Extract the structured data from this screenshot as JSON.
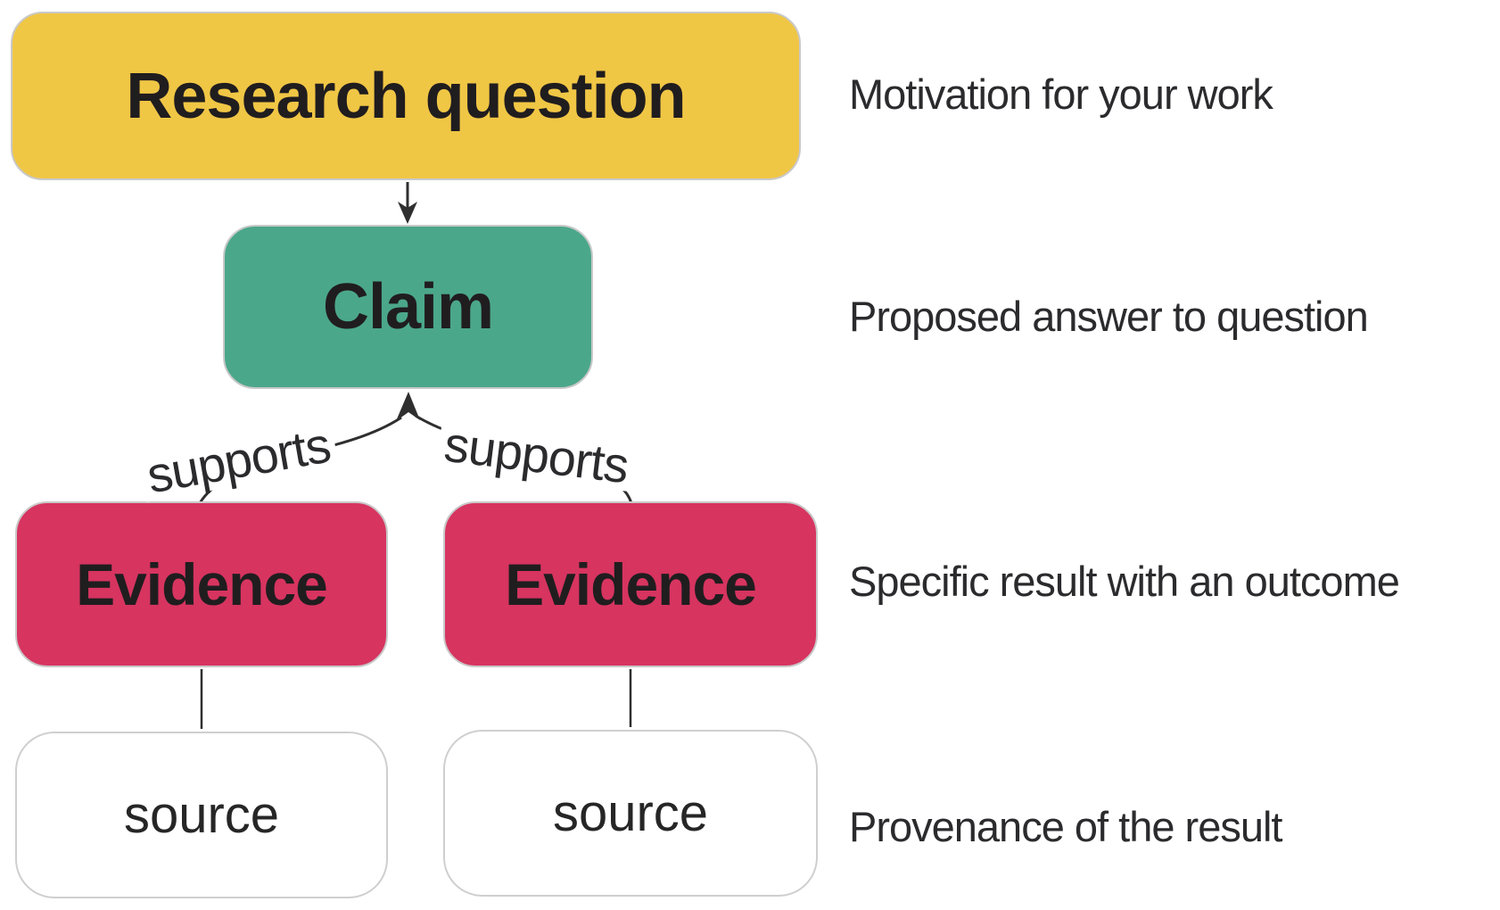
{
  "diagram": {
    "nodes": [
      {
        "id": "research_question",
        "label": "Research question",
        "color": "#f0c645"
      },
      {
        "id": "claim",
        "label": "Claim",
        "color": "#4ba78a"
      },
      {
        "id": "evidence_1",
        "label": "Evidence",
        "color": "#d73460"
      },
      {
        "id": "evidence_2",
        "label": "Evidence",
        "color": "#d73460"
      },
      {
        "id": "source_1",
        "label": "source",
        "color": "#ffffff"
      },
      {
        "id": "source_2",
        "label": "source",
        "color": "#ffffff"
      }
    ],
    "edges": [
      {
        "from": "research_question",
        "to": "claim",
        "label": ""
      },
      {
        "from": "evidence_1",
        "to": "claim",
        "label": "supports"
      },
      {
        "from": "evidence_2",
        "to": "claim",
        "label": "supports"
      },
      {
        "from": "evidence_1",
        "to": "source_1",
        "label": ""
      },
      {
        "from": "evidence_2",
        "to": "source_2",
        "label": ""
      }
    ],
    "annotations": [
      {
        "for": "research_question",
        "text": "Motivation for your work"
      },
      {
        "for": "claim",
        "text": "Proposed answer to question"
      },
      {
        "for": "evidence",
        "text": "Specific result with an outcome"
      },
      {
        "for": "source",
        "text": "Provenance of the result"
      }
    ],
    "colors": {
      "edge_stroke": "#2f2f2f",
      "node_text": "#201d1f",
      "annotation_text": "#2b2b2e",
      "node_border": "#c9c9c9"
    }
  }
}
